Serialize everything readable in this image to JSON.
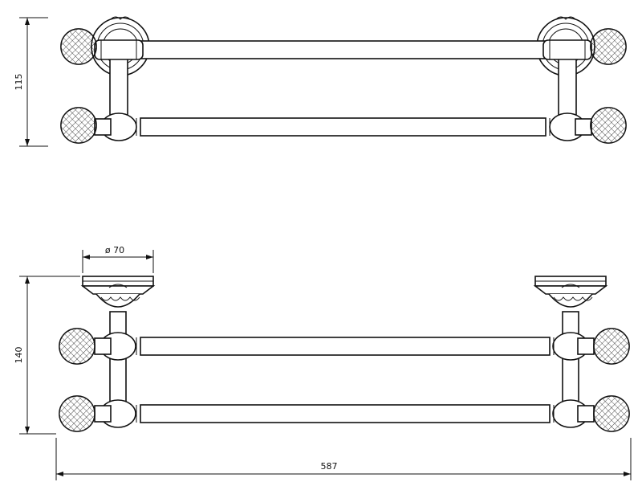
{
  "dimensions": {
    "height_top": "115",
    "height_bottom": "140",
    "diameter": "ø 70",
    "width": "587"
  },
  "colors": {
    "line": "#111111",
    "background": "#ffffff"
  }
}
